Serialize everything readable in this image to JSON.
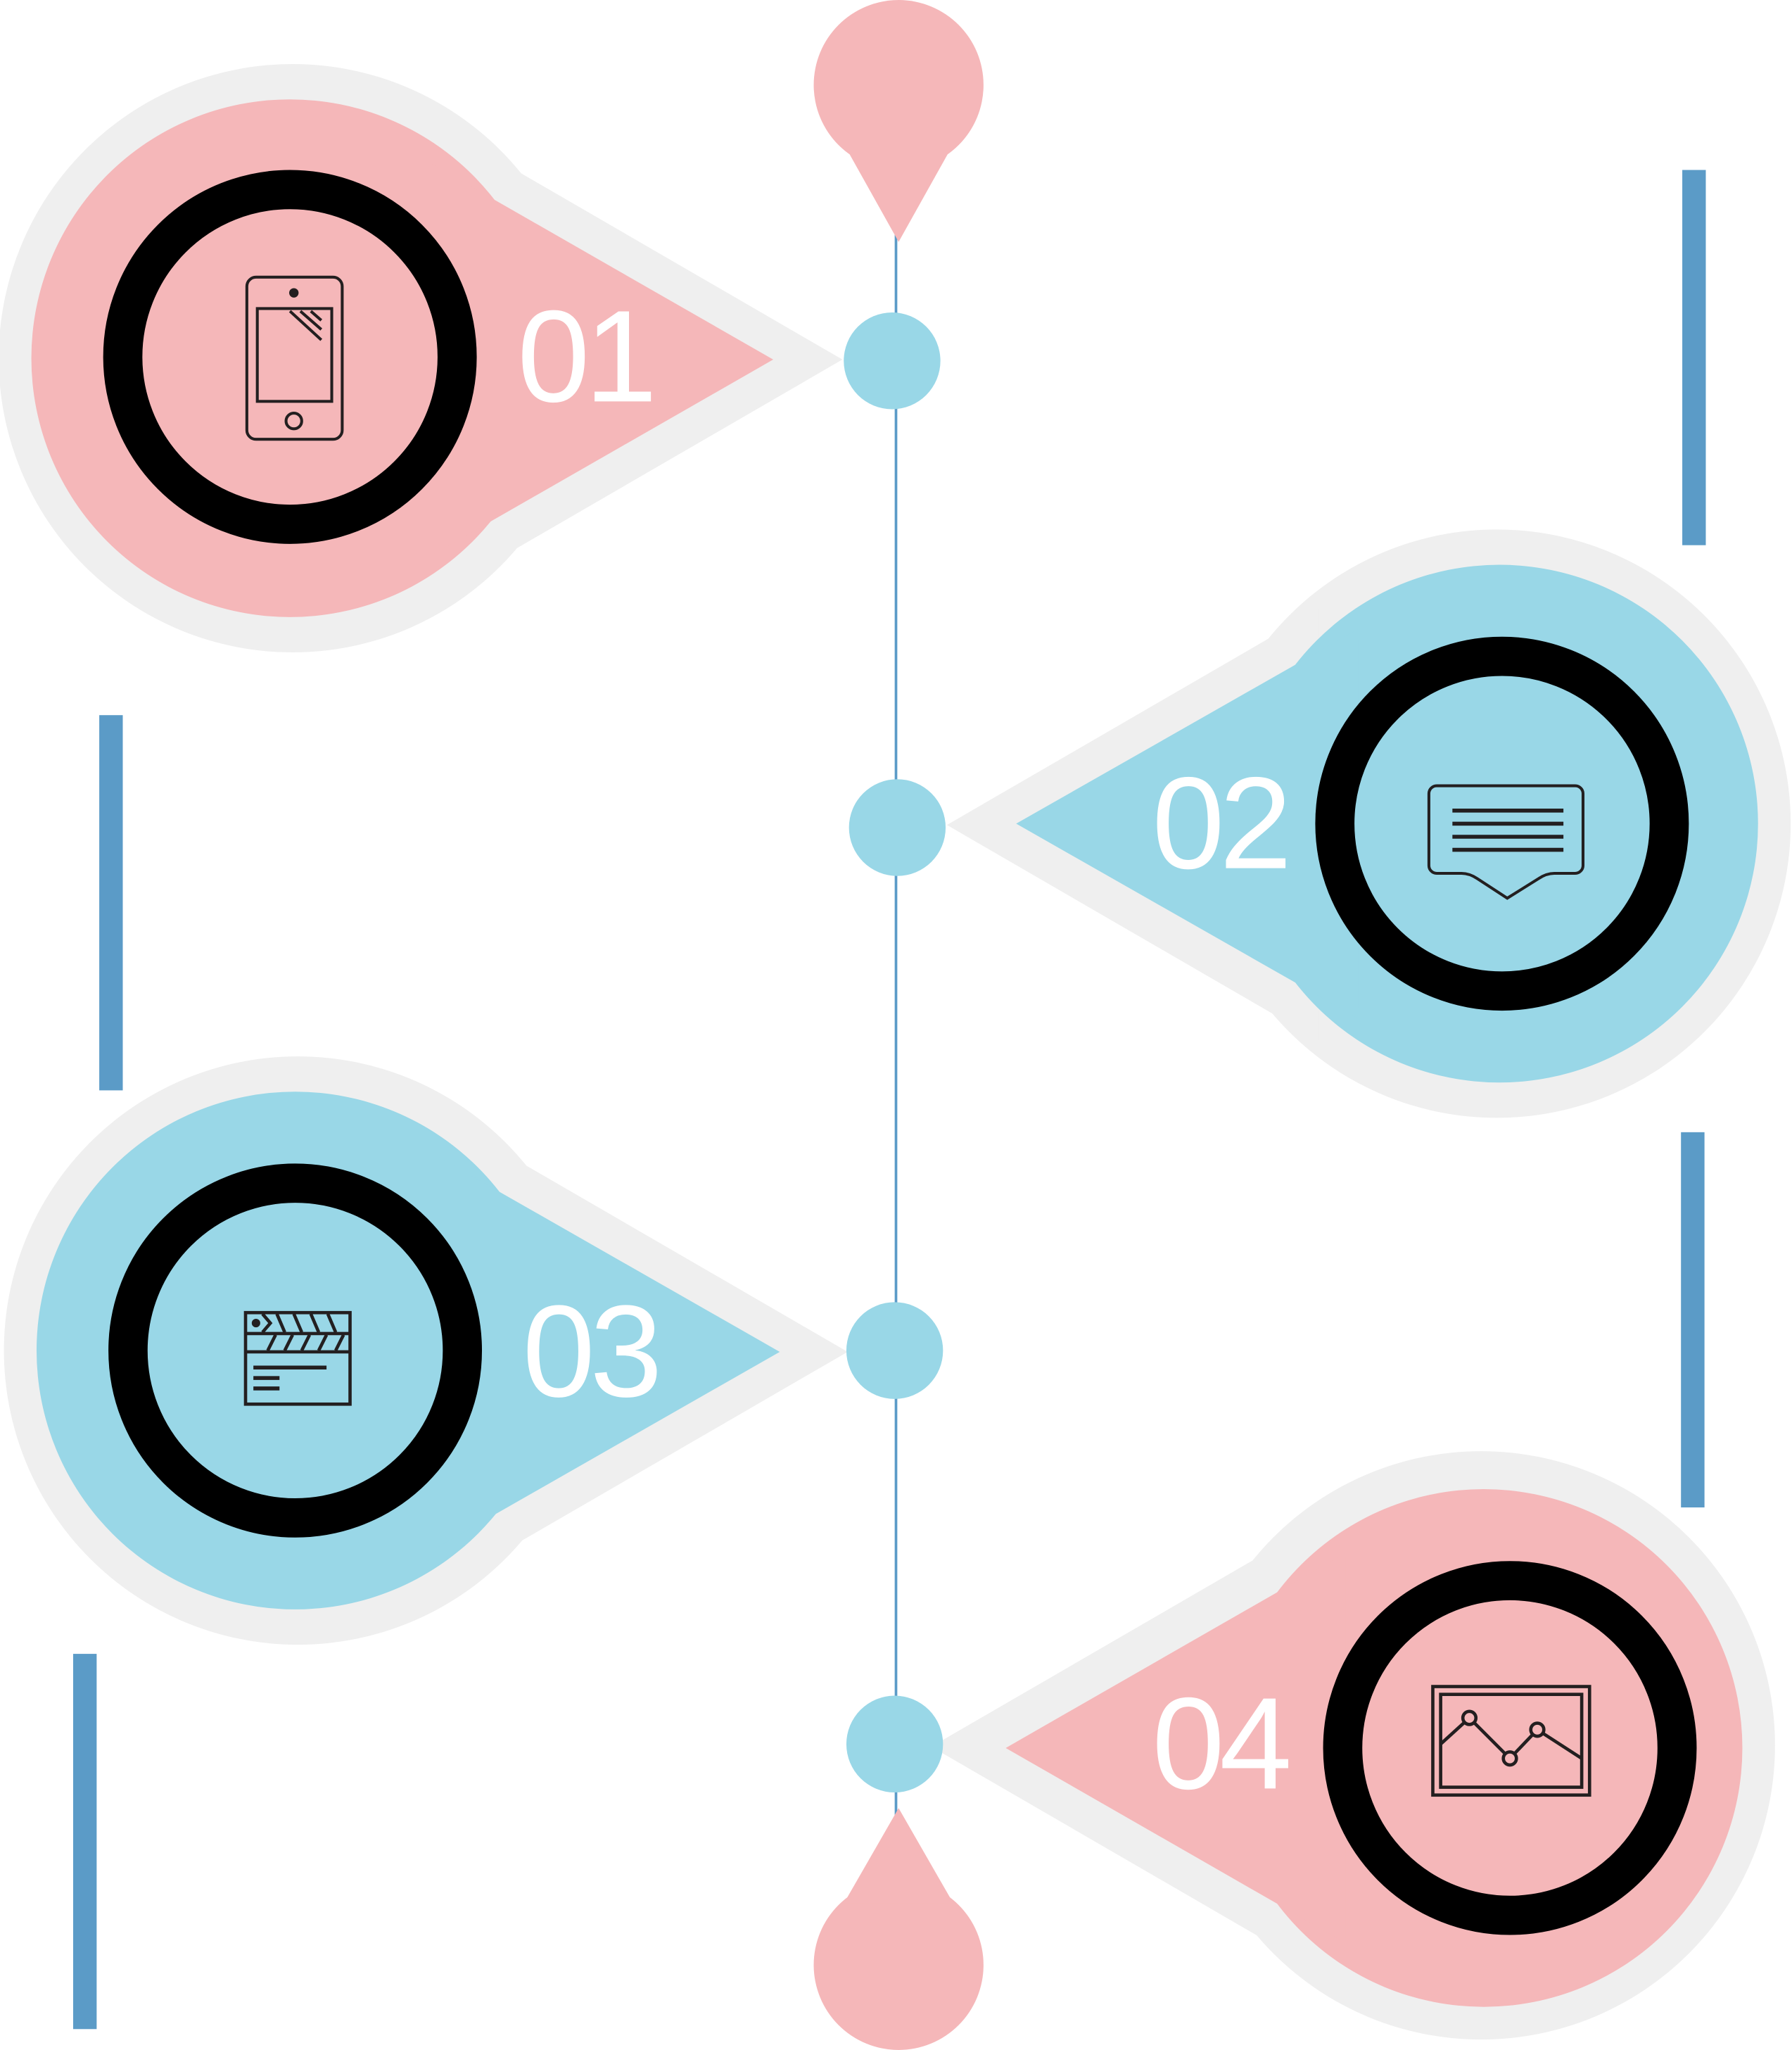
{
  "diagram": {
    "type": "vertical-timeline-infographic",
    "colors": {
      "pink": "#F5B7B9",
      "blue": "#99D7E7",
      "halo_gray": "#EFEFEF",
      "ring_black": "#000000",
      "accent_bar": "#5B9BC7",
      "timeline_line": "#5B9BC7",
      "number_text": "#FFFFFF",
      "icon_stroke": "#231F20"
    },
    "steps": [
      {
        "number": "01",
        "side": "left",
        "color": "pink",
        "icon": "smartphone-icon"
      },
      {
        "number": "02",
        "side": "right",
        "color": "blue",
        "icon": "chat-bubble-icon"
      },
      {
        "number": "03",
        "side": "left",
        "color": "blue",
        "icon": "clapperboard-icon"
      },
      {
        "number": "04",
        "side": "right",
        "color": "pink",
        "icon": "line-chart-icon"
      }
    ],
    "timeline": {
      "start_marker": "pink-drop-pin",
      "end_marker": "pink-drop-pin",
      "node_count": 4
    }
  }
}
